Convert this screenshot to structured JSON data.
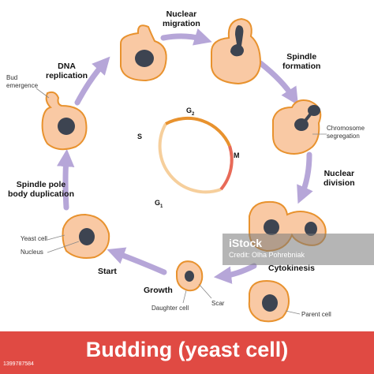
{
  "labels": {
    "nuclear_migration": "Nuclear\nmigration",
    "spindle_formation": "Spindle\nformation",
    "chromosome_segregation": "Chromosome\nsegregation",
    "nuclear_division": "Nuclear\ndivision",
    "cytokinesis": "Cytokinesis",
    "parent_cell": "Parent cell",
    "scar": "Scar",
    "daughter_cell": "Daughter cell",
    "growth": "Growth",
    "start": "Start",
    "yeast_cell": "Yeast cell",
    "nucleus": "Nucleus",
    "spindle_pole_body_duplication": "Spindle pole\nbody duplication",
    "dna_replication": "DNA\nreplication",
    "bud_emergence": "Bud\nemergence"
  },
  "phases": {
    "g2": "G",
    "g2_sub": "2",
    "s": "S",
    "m": "M",
    "g1": "G",
    "g1_sub": "1"
  },
  "title": "Budding (yeast cell)",
  "stock_id": "1399787584",
  "watermark": {
    "brand": "iStock",
    "credit": "Credit: Olha Pohrebniak"
  },
  "colors": {
    "cell_fill": "#f9c9a4",
    "cell_outline": "#e8922e",
    "nucleus": "#3d4451",
    "arrow": "#b6a6d8",
    "title_bar": "#e04a43",
    "cycle_g2": "#e8922e",
    "cycle_m": "#e86a58",
    "cycle_g1": "#f6cf9c"
  }
}
